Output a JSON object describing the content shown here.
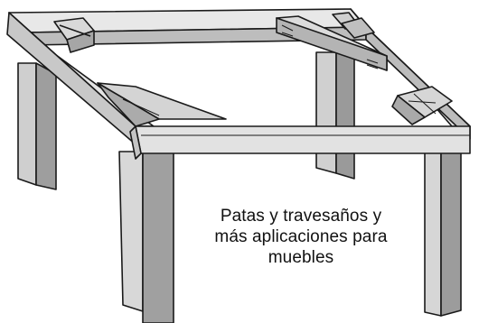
{
  "figure": {
    "caption_lines": [
      "Patas y travesaños y",
      "más aplicaciones para",
      "muebles"
    ],
    "colors": {
      "top_face": "#e6e6e6",
      "front_face": "#c9c9c9",
      "dark_face": "#a8a8a8",
      "leg_light": "#d4d4d4",
      "leg_dark": "#9c9c9c",
      "outline": "#1a1a1a"
    }
  }
}
